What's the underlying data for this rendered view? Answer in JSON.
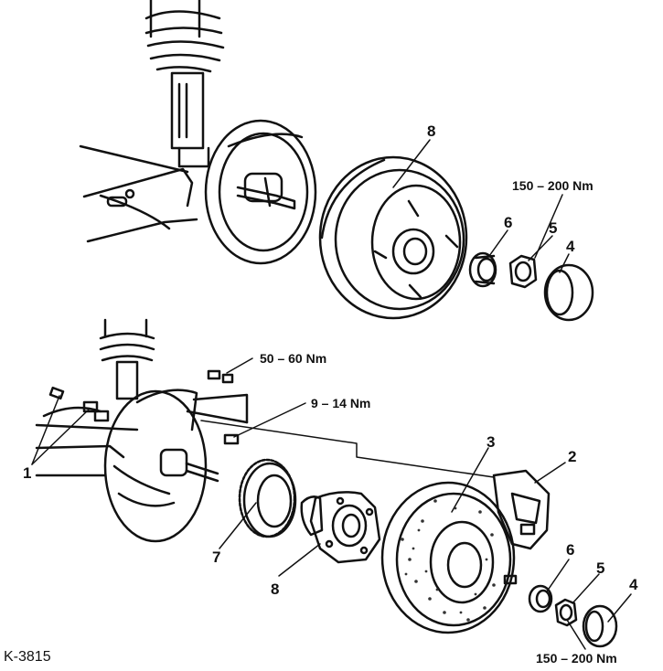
{
  "figure_id": "K-3815",
  "colors": {
    "ink": "#111111",
    "paper": "#ffffff",
    "speckle": "#333333"
  },
  "upper_assembly": {
    "labels": {
      "drum": "8",
      "bearing": "6",
      "nut": "5",
      "cap": "4"
    },
    "torque_nut": "150 – 200 Nm"
  },
  "lower_assembly": {
    "labels": {
      "sensor_bolts": "1",
      "caliper": "2",
      "disc": "3",
      "cap": "4",
      "nut": "5",
      "bearing": "6",
      "sensor_ring": "7",
      "hub": "8"
    },
    "torque_bolt_upper": "50 – 60 Nm",
    "torque_bolt_lower": "9 – 14 Nm",
    "torque_nut": "150 – 200 Nm"
  }
}
